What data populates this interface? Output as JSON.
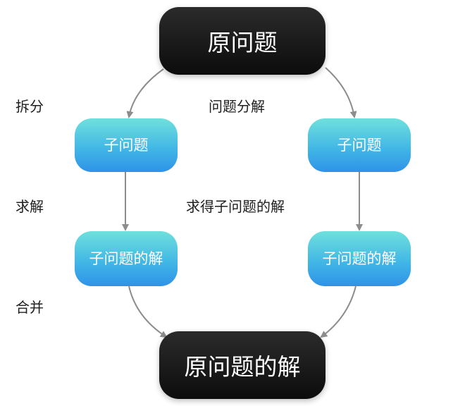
{
  "nodes": {
    "original_problem": "原问题",
    "subproblem_left": "子问题",
    "subproblem_right": "子问题",
    "solution_left": "子问题的解",
    "solution_right": "子问题的解",
    "original_solution": "原问题的解"
  },
  "labels": {
    "split": "拆分",
    "decompose": "问题分解",
    "solve": "求解",
    "solve_subproblems": "求得子问题的解",
    "merge": "合并"
  },
  "colors": {
    "dark_node": "#1a1a1a",
    "teal_top": "#6fe0dc",
    "teal_bottom": "#2f92e8",
    "arrow": "#8c8c8c"
  }
}
